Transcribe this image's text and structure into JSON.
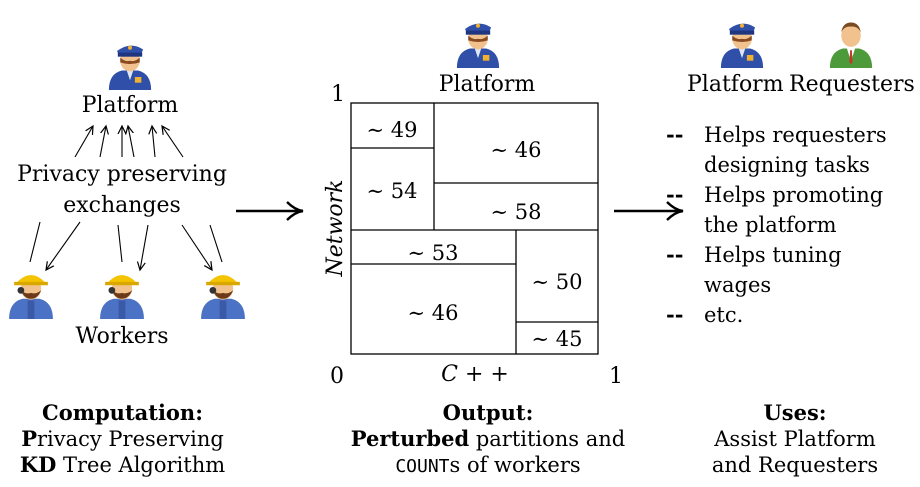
{
  "left": {
    "platform_label": "Platform",
    "exchanges_line1": "Privacy preserving",
    "exchanges_line2": "exchanges",
    "workers_label": "Workers",
    "caption_title": "Computation:",
    "caption_line2_bold": "P",
    "caption_line2_rest": "rivacy Preserving",
    "caption_line3_bold": "KD",
    "caption_line3_rest": " Tree Algorithm"
  },
  "middle": {
    "platform_label": "Platform",
    "axis_y_label": "Network",
    "axis_x_label": "C + +",
    "tick_y_top": "1",
    "tick_origin": "0",
    "tick_x_right": "1",
    "cells": [
      "∼ 49",
      "∼ 46",
      "∼ 54",
      "∼ 58",
      "∼ 53",
      "∼ 50",
      "∼ 46",
      "∼ 45"
    ],
    "caption_title": "Output:",
    "caption_line2_bold": "Perturbed",
    "caption_line2_rest": " partitions and",
    "caption_line3_mono": "COUNT",
    "caption_line3_rest": "s of workers"
  },
  "right": {
    "platform_label": "Platform",
    "requesters_label": "Requesters",
    "bullet_marker": "--",
    "bullets": [
      {
        "line1": "Helps requesters",
        "line2": "designing tasks"
      },
      {
        "line1": "Helps promoting",
        "line2": "the platform"
      },
      {
        "line1": "Helps tuning",
        "line2": "wages"
      },
      {
        "line1": "etc.",
        "line2": ""
      }
    ],
    "caption_title": "Uses:",
    "caption_line2": "Assist Platform",
    "caption_line3": "and Requesters"
  },
  "colors": {
    "police_blue": "#2f4fa8",
    "skin": "#f2c28e",
    "helmet_yellow": "#f5c400",
    "requester_green": "#4d9a3a"
  }
}
